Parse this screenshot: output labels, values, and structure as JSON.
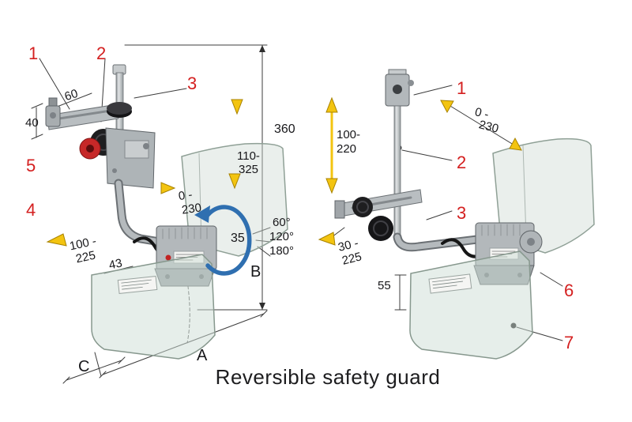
{
  "title": "Reversible safety guard",
  "colors": {
    "callout_red": "#d42020",
    "dimension_yellow": "#f3c410",
    "rotation_blue": "#2f6fb0",
    "metal_gray": "#aeb4b7",
    "screen_tint": "#cfe0d6"
  },
  "left": {
    "callouts": {
      "c1": "1",
      "c2": "2",
      "c3": "3",
      "c4": "4",
      "c5": "5"
    },
    "dims": {
      "d60": "60",
      "d40": "40",
      "d360": "360",
      "d110a": "110-",
      "d110b": "325",
      "d0a": "0 -",
      "d0b": "230",
      "d100a": "100 -",
      "d100b": "225",
      "d43": "43",
      "d35": "35",
      "ang60": "60°",
      "ang120": "120°",
      "ang180": "180°",
      "B": "B",
      "A": "A",
      "C": "C"
    }
  },
  "right": {
    "callouts": {
      "c1": "1",
      "c2": "2",
      "c3": "3",
      "c6": "6",
      "c7": "7"
    },
    "dims": {
      "d0a": "0 -",
      "d0b": "230",
      "d100a": "100-",
      "d100b": "220",
      "d30a": "30 -",
      "d30b": "225",
      "d55": "55"
    }
  }
}
